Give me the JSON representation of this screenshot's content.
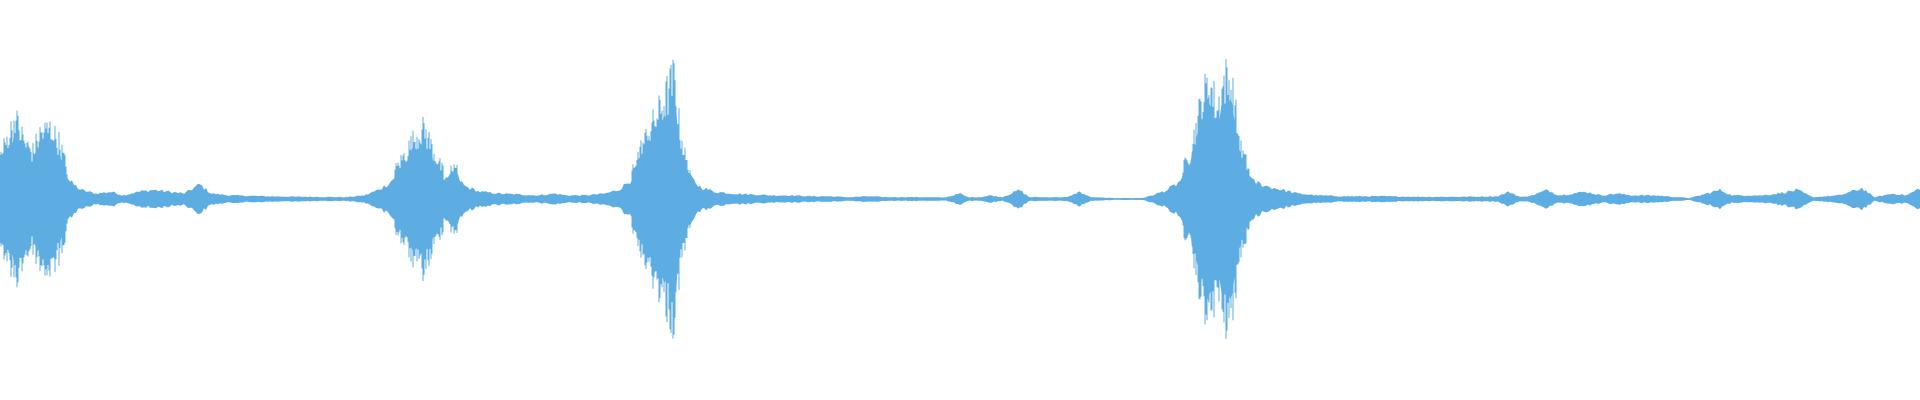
{
  "waveform": {
    "color": "#5dade2",
    "background": "#ffffff",
    "amplitude_envelope": [
      [
        0.0,
        0.18
      ],
      [
        0.004,
        0.26
      ],
      [
        0.008,
        0.34
      ],
      [
        0.01,
        0.3
      ],
      [
        0.013,
        0.24
      ],
      [
        0.017,
        0.2
      ],
      [
        0.021,
        0.28
      ],
      [
        0.026,
        0.3
      ],
      [
        0.031,
        0.24
      ],
      [
        0.036,
        0.1
      ],
      [
        0.042,
        0.05
      ],
      [
        0.05,
        0.03
      ],
      [
        0.058,
        0.04
      ],
      [
        0.064,
        0.02
      ],
      [
        0.072,
        0.04
      ],
      [
        0.08,
        0.05
      ],
      [
        0.088,
        0.04
      ],
      [
        0.096,
        0.03
      ],
      [
        0.104,
        0.08
      ],
      [
        0.11,
        0.03
      ],
      [
        0.12,
        0.02
      ],
      [
        0.14,
        0.015
      ],
      [
        0.16,
        0.012
      ],
      [
        0.18,
        0.01
      ],
      [
        0.19,
        0.02
      ],
      [
        0.197,
        0.05
      ],
      [
        0.203,
        0.09
      ],
      [
        0.21,
        0.18
      ],
      [
        0.216,
        0.26
      ],
      [
        0.221,
        0.3
      ],
      [
        0.226,
        0.2
      ],
      [
        0.232,
        0.1
      ],
      [
        0.237,
        0.14
      ],
      [
        0.242,
        0.07
      ],
      [
        0.25,
        0.04
      ],
      [
        0.26,
        0.03
      ],
      [
        0.27,
        0.025
      ],
      [
        0.28,
        0.02
      ],
      [
        0.289,
        0.03
      ],
      [
        0.295,
        0.02
      ],
      [
        0.305,
        0.02
      ],
      [
        0.315,
        0.03
      ],
      [
        0.322,
        0.05
      ],
      [
        0.328,
        0.1
      ],
      [
        0.334,
        0.22
      ],
      [
        0.34,
        0.32
      ],
      [
        0.345,
        0.4
      ],
      [
        0.348,
        0.46
      ],
      [
        0.351,
        0.52
      ],
      [
        0.354,
        0.3
      ],
      [
        0.358,
        0.14
      ],
      [
        0.364,
        0.07
      ],
      [
        0.372,
        0.04
      ],
      [
        0.382,
        0.03
      ],
      [
        0.392,
        0.025
      ],
      [
        0.402,
        0.02
      ],
      [
        0.412,
        0.02
      ],
      [
        0.422,
        0.015
      ],
      [
        0.432,
        0.015
      ],
      [
        0.442,
        0.01
      ],
      [
        0.452,
        0.015
      ],
      [
        0.462,
        0.01
      ],
      [
        0.472,
        0.01
      ],
      [
        0.482,
        0.01
      ],
      [
        0.492,
        0.008
      ],
      [
        0.5,
        0.03
      ],
      [
        0.504,
        0.01
      ],
      [
        0.51,
        0.01
      ],
      [
        0.516,
        0.02
      ],
      [
        0.522,
        0.01
      ],
      [
        0.531,
        0.05
      ],
      [
        0.536,
        0.01
      ],
      [
        0.546,
        0.01
      ],
      [
        0.556,
        0.01
      ],
      [
        0.562,
        0.04
      ],
      [
        0.568,
        0.01
      ],
      [
        0.58,
        0.005
      ],
      [
        0.595,
        0.005
      ],
      [
        0.6,
        0.02
      ],
      [
        0.608,
        0.05
      ],
      [
        0.614,
        0.09
      ],
      [
        0.62,
        0.2
      ],
      [
        0.626,
        0.42
      ],
      [
        0.63,
        0.5
      ],
      [
        0.634,
        0.38
      ],
      [
        0.638,
        0.52
      ],
      [
        0.642,
        0.46
      ],
      [
        0.646,
        0.22
      ],
      [
        0.652,
        0.1
      ],
      [
        0.66,
        0.07
      ],
      [
        0.668,
        0.05
      ],
      [
        0.676,
        0.03
      ],
      [
        0.686,
        0.02
      ],
      [
        0.7,
        0.015
      ],
      [
        0.72,
        0.015
      ],
      [
        0.74,
        0.012
      ],
      [
        0.76,
        0.012
      ],
      [
        0.78,
        0.015
      ],
      [
        0.786,
        0.04
      ],
      [
        0.792,
        0.01
      ],
      [
        0.798,
        0.02
      ],
      [
        0.806,
        0.05
      ],
      [
        0.812,
        0.02
      ],
      [
        0.826,
        0.04
      ],
      [
        0.834,
        0.02
      ],
      [
        0.842,
        0.03
      ],
      [
        0.85,
        0.02
      ],
      [
        0.862,
        0.02
      ],
      [
        0.88,
        0.005
      ],
      [
        0.896,
        0.05
      ],
      [
        0.902,
        0.02
      ],
      [
        0.918,
        0.02
      ],
      [
        0.926,
        0.03
      ],
      [
        0.936,
        0.05
      ],
      [
        0.944,
        0.01
      ],
      [
        0.958,
        0.02
      ],
      [
        0.97,
        0.06
      ],
      [
        0.976,
        0.01
      ],
      [
        0.986,
        0.03
      ],
      [
        0.993,
        0.02
      ],
      [
        1.0,
        0.06
      ]
    ]
  }
}
